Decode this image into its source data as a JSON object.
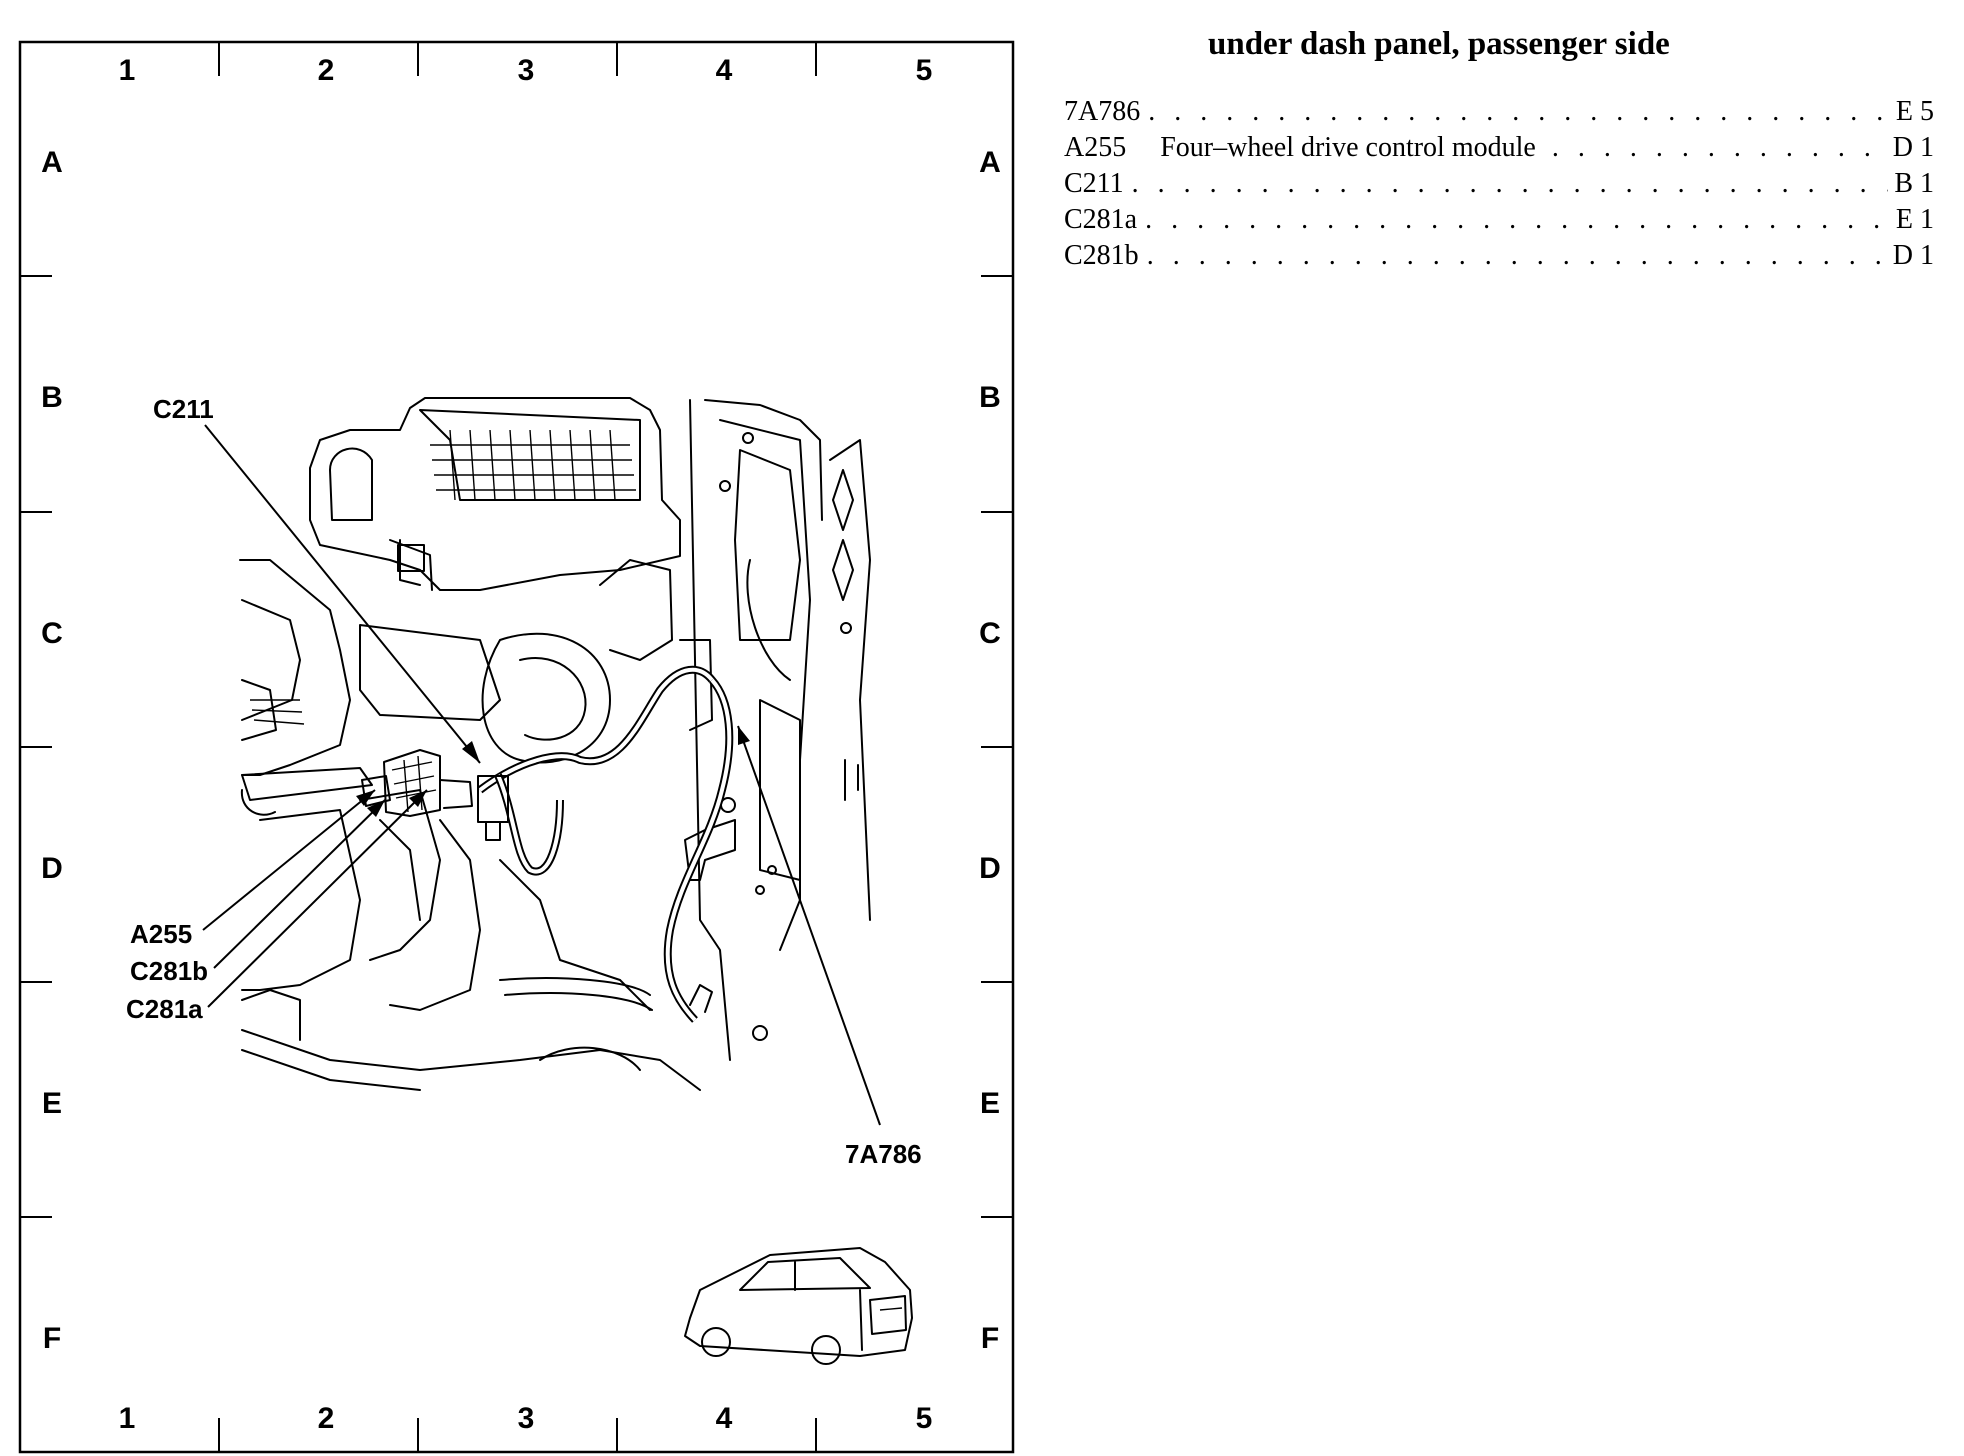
{
  "grid": {
    "columns": [
      "1",
      "2",
      "3",
      "4",
      "5"
    ],
    "rows": [
      "A",
      "B",
      "C",
      "D",
      "E",
      "F"
    ]
  },
  "callouts": {
    "c211": "C211",
    "a255": "A255",
    "c281b": "C281b",
    "c281a": "C281a",
    "r7a786": "7A786"
  },
  "legend": {
    "title": "under dash panel, passenger side",
    "items": [
      {
        "id": "7A786",
        "description": "",
        "location": "E 5"
      },
      {
        "id": "A255",
        "description": "Four–wheel drive control module",
        "location": "D 1"
      },
      {
        "id": "C211",
        "description": "",
        "location": "B 1"
      },
      {
        "id": "C281a",
        "description": "",
        "location": "E 1"
      },
      {
        "id": "C281b",
        "description": "",
        "location": "D 1"
      }
    ]
  }
}
